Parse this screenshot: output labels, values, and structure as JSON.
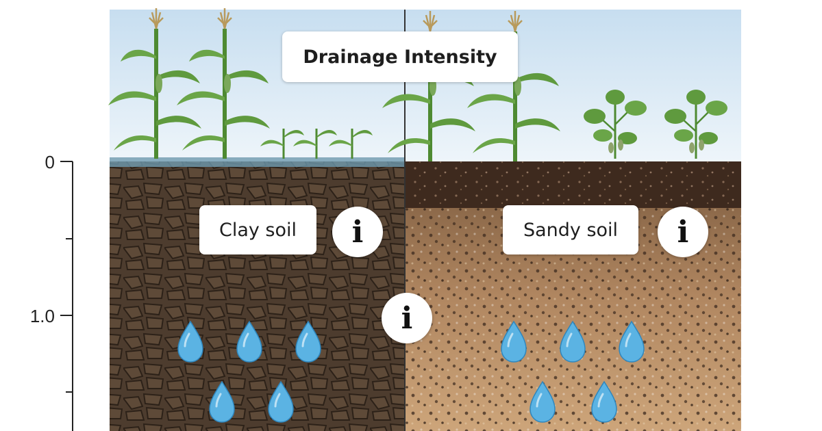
{
  "title": "Drainage Intensity",
  "soils": {
    "clay": {
      "label": "Clay soil",
      "color": "#4a3a2c"
    },
    "sandy": {
      "label": "Sandy soil",
      "color": "#c9a274"
    }
  },
  "depth_axis": {
    "ticks": [
      "0",
      "1.0"
    ]
  },
  "icons": {
    "info": "i"
  },
  "colors": {
    "sky": "#d6e8f4",
    "water": "#5bb3e3",
    "plant": "#5f9a3e",
    "topsoil": "#3e2a1e"
  }
}
